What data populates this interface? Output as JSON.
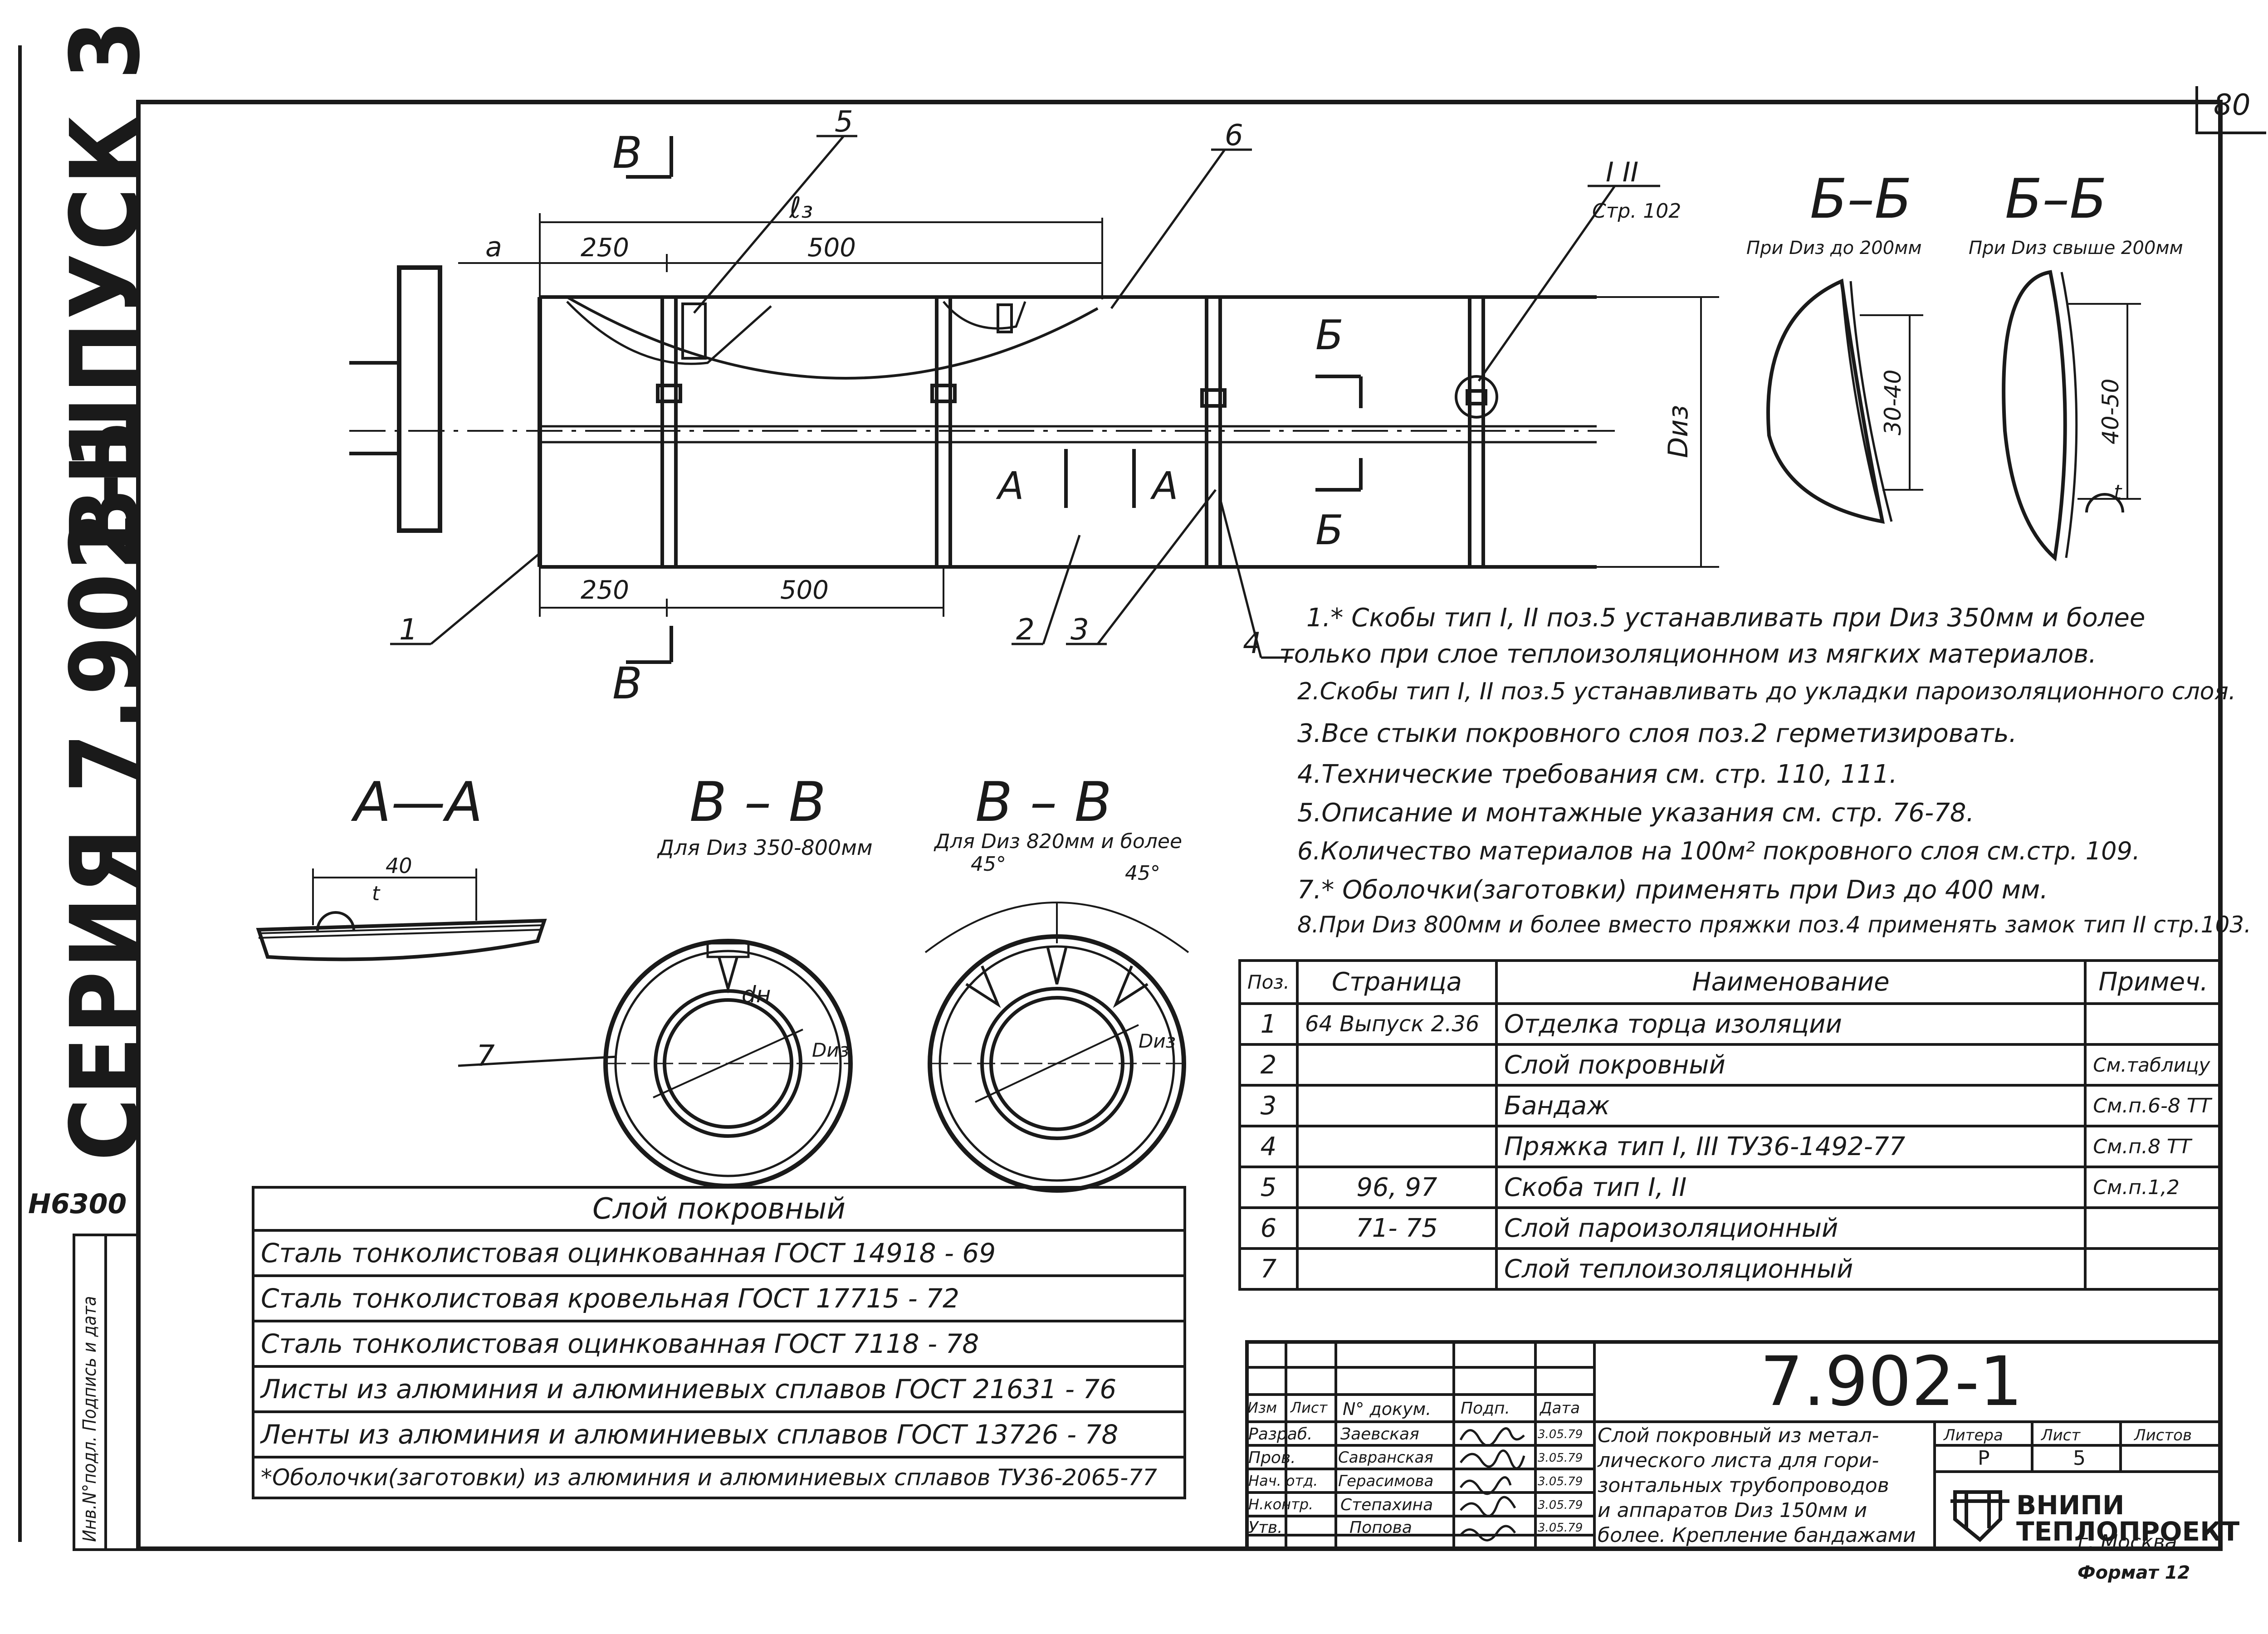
{
  "sheet_corner_number": "80",
  "side_texts": {
    "series": "СЕРИЯ 7.902-1",
    "issue": "ВЫПУСК 3",
    "inv_code": "Н6300",
    "stamp_label": "Инв.N°подл. Подпись и дата"
  },
  "main_view": {
    "cut_top": "В",
    "cut_bottom": "В",
    "l3": "ℓ₃",
    "a": "a",
    "dim_250_top": "250",
    "dim_500_top": "500",
    "dim_250_bot": "250",
    "dim_500_bot": "500",
    "diz": "Dиз",
    "callouts": [
      "1",
      "2",
      "3",
      "4",
      "5",
      "6"
    ],
    "ref_I_II": "I II",
    "ref_page": "Стр. 102",
    "section_A_left": "А",
    "section_A_right": "А",
    "section_B_top": "Б",
    "section_B_bottom": "Б"
  },
  "section_bb_small": {
    "title": "Б–Б",
    "subtitle": "При Dиз до 200мм",
    "dim": "30-40"
  },
  "section_bb_large": {
    "title": "Б–Б",
    "subtitle": "При Dиз свыше 200мм",
    "dim": "40-50",
    "dim_small": "t"
  },
  "section_aa": {
    "title": "А—А",
    "dim_40": "40",
    "dim_t": "t"
  },
  "section_vv_1": {
    "title": "В – В",
    "subtitle": "Для Dиз 350-800мм",
    "dn": "dн",
    "diz": "Dиз",
    "callout": "7"
  },
  "section_vv_2": {
    "title": "В – В",
    "subtitle": "Для Dиз 820мм и более",
    "angle_left": "45°",
    "angle_right": "45°",
    "diz": "Dиз"
  },
  "notes": [
    "1.* Скобы тип I, II поз.5 устанавливать при Dиз 350мм и более",
    "только при слое теплоизоляционном из мягких материалов.",
    "2.Скобы тип I, II поз.5 устанавливать до укладки пароизоляционного слоя.",
    "3.Все стыки покровного слоя поз.2 герметизировать.",
    "4.Технические требования см. стр. 110, 111.",
    "5.Описание и монтажные указания см. стр. 76-78.",
    "6.Количество материалов на 100м² покровного слоя см.стр. 109.",
    "7.* Оболочки(заготовки) применять при Dиз до 400 мм.",
    "8.При Dиз 800мм и более вместо пряжки поз.4 применять замок тип II стр.103."
  ],
  "spec_table": {
    "headers": [
      "Поз.",
      "Страница",
      "Наименование",
      "Примеч."
    ],
    "rows": [
      [
        "1",
        "64 Выпуск 2.36",
        "Отделка торца изоляции",
        ""
      ],
      [
        "2",
        "",
        "Слой покровный",
        "См.таблицу"
      ],
      [
        "3",
        "",
        "Бандаж",
        "См.п.6-8 ТТ"
      ],
      [
        "4",
        "",
        "Пряжка тип I, III ТУ36-1492-77",
        "См.п.8 ТТ"
      ],
      [
        "5",
        "96, 97",
        "Скоба тип I, II",
        "См.п.1,2"
      ],
      [
        "6",
        "71- 75",
        "Слой пароизоляционный",
        ""
      ],
      [
        "7",
        "",
        "Слой теплоизоляционный",
        ""
      ]
    ]
  },
  "materials_table": {
    "title": "Слой покровный",
    "rows": [
      "Сталь тонколистовая оцинкованная ГОСТ 14918 - 69",
      "Сталь тонколистовая кровельная ГОСТ 17715 - 72",
      "Сталь тонколистовая оцинкованная ГОСТ 7118 - 78",
      "Листы из алюминия и алюминиевых сплавов ГОСТ 21631 - 76",
      "Ленты из алюминия и алюминиевых сплавов ГОСТ 13726 - 78",
      "*Оболочки(заготовки) из алюминия и алюминиевых сплавов ТУ36-2065-77"
    ]
  },
  "title_block": {
    "doc_number": "7.902-1",
    "header_cells": [
      "Изм",
      "Лист",
      "N° докум.",
      "Подп.",
      "Дата"
    ],
    "people": [
      {
        "role": "Разраб.",
        "name": "Заевская",
        "date": "3.05.79"
      },
      {
        "role": "Пров.",
        "name": "Савранская",
        "date": "3.05.79"
      },
      {
        "role": "Нач. отд.",
        "name": "Герасимова",
        "date": "3.05.79"
      },
      {
        "role": "Н.контр.",
        "name": "Степахина",
        "date": "3.05.79"
      },
      {
        "role": "Утв.",
        "name": "Попова",
        "date": "3.05.79"
      }
    ],
    "description": [
      "Слой покровный из метал-",
      "лического листа для гори-",
      "зонтальных трубопроводов",
      "и аппаратов Dиз 150мм и",
      "более. Крепление бандажами"
    ],
    "litera_label": "Литера",
    "list_label": "Лист",
    "listov_label": "Листов",
    "litera": "Р",
    "list": "5",
    "org_name": "ВНИПИ ТЕПЛОПРОЕКТ",
    "org_city": "г. Москва",
    "format": "Формат 12"
  }
}
